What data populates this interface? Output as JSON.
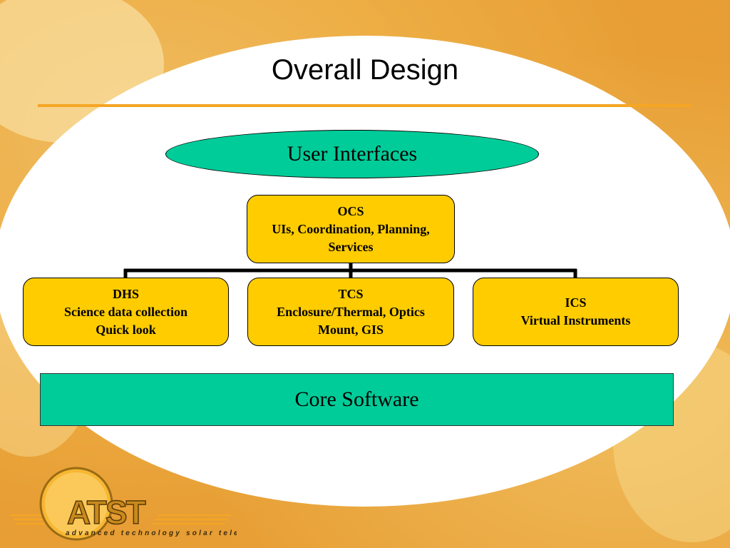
{
  "slide": {
    "title": "Overall Design"
  },
  "diagram": {
    "user_interfaces": "User Interfaces",
    "ocs": {
      "name": "OCS",
      "line1": "UIs, Coordination, Planning,",
      "line2": "Services"
    },
    "dhs": {
      "name": "DHS",
      "line1": "Science data collection",
      "line2": "Quick look"
    },
    "tcs": {
      "name": "TCS",
      "line1": "Enclosure/Thermal, Optics",
      "line2": "Mount, GIS"
    },
    "ics": {
      "name": "ICS",
      "line1": "Virtual Instruments"
    },
    "core_software": "Core Software"
  },
  "logo": {
    "wordmark": "ATST",
    "tagline": "advanced technology solar telescope"
  },
  "colors": {
    "title_rule": "#f5a623",
    "teal": "#00cc99",
    "box_fill": "#ffcc00"
  }
}
